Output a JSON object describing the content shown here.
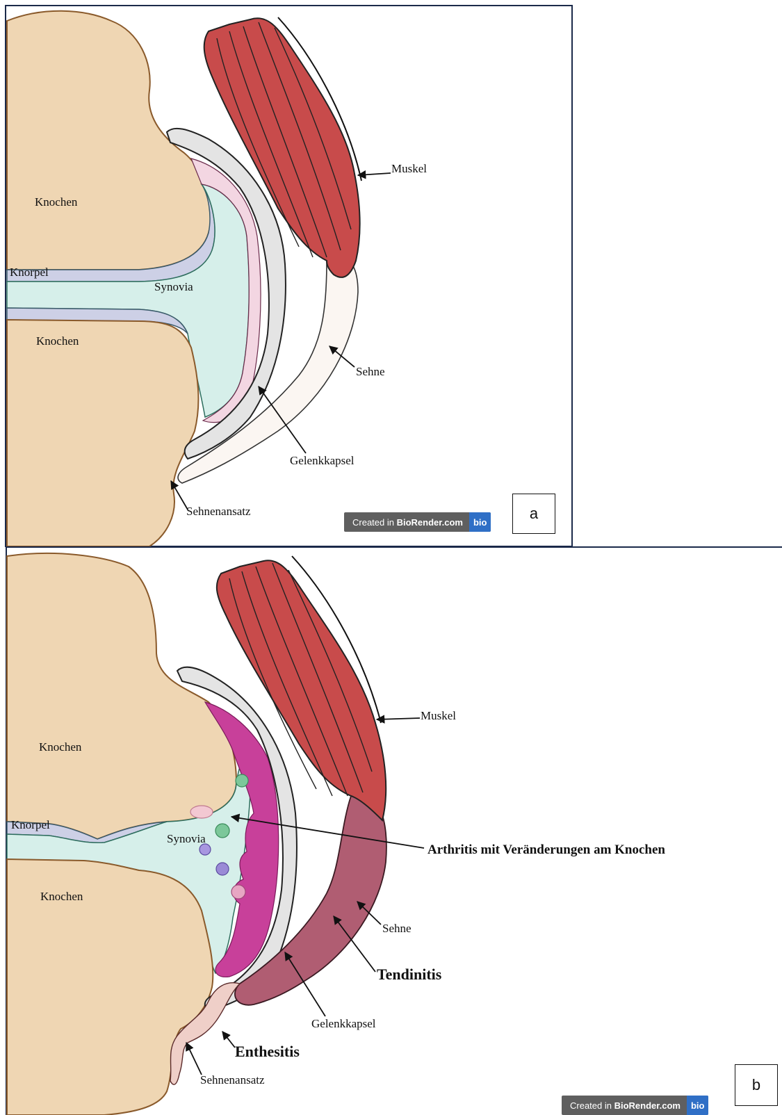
{
  "panel_a": {
    "tag": "a",
    "labels": {
      "bone_top": "Knochen",
      "bone_bottom": "Knochen",
      "cartilage": "Knorpel",
      "synovia": "Synovia",
      "muscle": "Muskel",
      "tendon": "Sehne",
      "capsule": "Gelenkkapsel",
      "insertion": "Sehnenansatz"
    },
    "credit": {
      "prefix": "Created in ",
      "brand": "BioRender.com",
      "logo": "bio"
    }
  },
  "panel_b": {
    "tag": "b",
    "labels": {
      "bone_top": "Knochen",
      "bone_bottom": "Knochen",
      "cartilage": "Knorpel",
      "synovia": "Synovia",
      "muscle": "Muskel",
      "tendon": "Sehne",
      "capsule": "Gelenkkapsel",
      "insertion": "Sehnenansatz",
      "arthritis": "Arthritis mit Veränderungen am Knochen",
      "tendinitis": "Tendinitis",
      "enthesitis": "Enthesitis"
    },
    "credit": {
      "prefix": "Created in ",
      "brand": "BioRender.com",
      "logo": "bio"
    }
  },
  "colors": {
    "bone": "#efd6b3",
    "bone_edge": "#8a5a2b",
    "cartilage": "#cdd0e6",
    "synovia": "#d6efea",
    "capsule": "#e4e4e4",
    "synovial_membrane": "#f3d6e2",
    "inflamed_synovium": "#c8409a",
    "muscle": "#c84b4b",
    "tendon": "#fbf6f2",
    "inflamed_tendon": "#b05d72",
    "frame": "#1b2a4a"
  }
}
